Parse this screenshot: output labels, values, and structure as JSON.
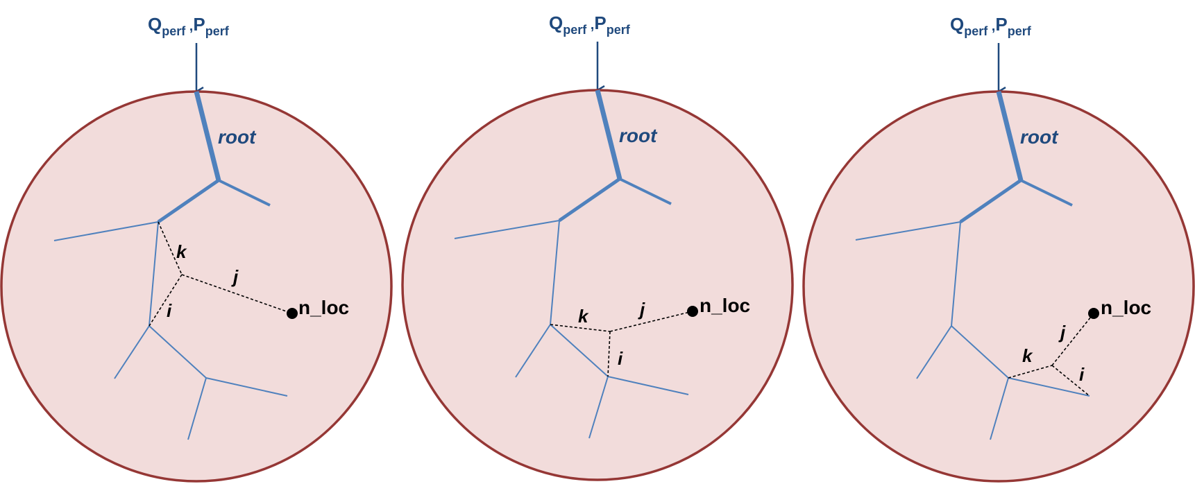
{
  "labels": {
    "input_q": "Q",
    "input_q_sub": "perf",
    "input_sep": " ,",
    "input_p": "P",
    "input_p_sub": "perf",
    "root": "root",
    "segment_k": "k",
    "segment_j": "j",
    "segment_i": "i",
    "new_node": "n_loc"
  },
  "colors": {
    "circle_fill": "#f2dcdb",
    "circle_stroke": "#953735",
    "vessel": "#4f81bd",
    "title": "#1f497d",
    "candidate": "#000000"
  },
  "panels": [
    {
      "id": "panel-1",
      "variant": "bifurcation-on-upper-segment"
    },
    {
      "id": "panel-2",
      "variant": "bifurcation-on-middle-segment"
    },
    {
      "id": "panel-3",
      "variant": "bifurcation-on-lower-segment"
    }
  ]
}
